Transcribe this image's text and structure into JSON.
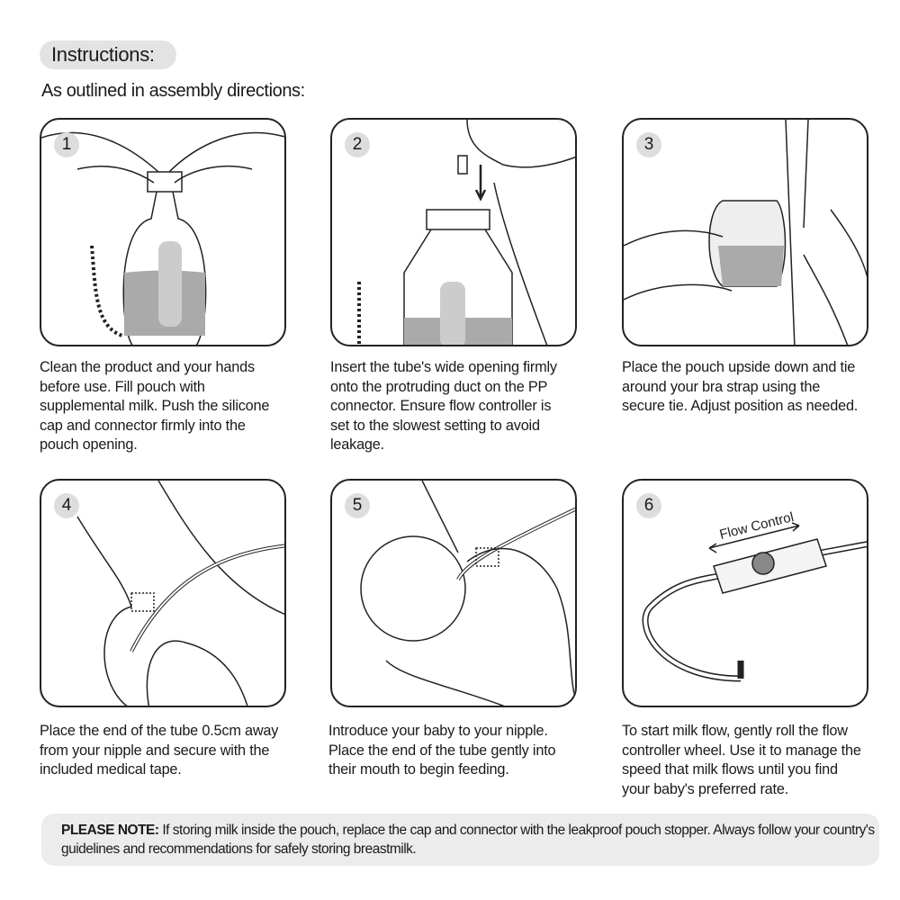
{
  "header": {
    "title": "Instructions:",
    "subtitle": "As outlined in assembly directions:"
  },
  "steps": [
    {
      "number": "1",
      "caption": [
        "Clean the product and your hands",
        "before use. Fill pouch with",
        "supplemental milk. Push the silicone",
        "cap and connector firmly into the",
        "pouch opening."
      ]
    },
    {
      "number": "2",
      "caption": [
        "Insert the tube's wide opening firmly",
        "onto the protruding duct on the PP",
        "connector. Ensure flow controller is",
        "set to the slowest setting to avoid",
        "leakage."
      ]
    },
    {
      "number": "3",
      "caption": [
        "Place the pouch upside down and tie",
        "around your bra strap using the",
        "secure tie. Adjust position as needed."
      ]
    },
    {
      "number": "4",
      "caption": [
        "Place the end of the tube 0.5cm away",
        "from your nipple and secure with the",
        "included medical tape."
      ]
    },
    {
      "number": "5",
      "caption": [
        "Introduce your baby to your nipple.",
        "Place the end of the tube gently into",
        "their mouth to begin feeding."
      ]
    },
    {
      "number": "6",
      "caption": [
        "To start milk flow, gently roll the flow",
        "controller wheel. Use it to manage the",
        "speed that milk flows until you find",
        "your baby's preferred rate."
      ],
      "illustration_label": "Flow Control"
    }
  ],
  "note": {
    "label": "PLEASE NOTE:",
    "text": " If storing milk inside the pouch, replace the cap and connector with the leakproof pouch stopper. Always follow your country's guidelines and recommendations for safely storing breastmilk."
  }
}
